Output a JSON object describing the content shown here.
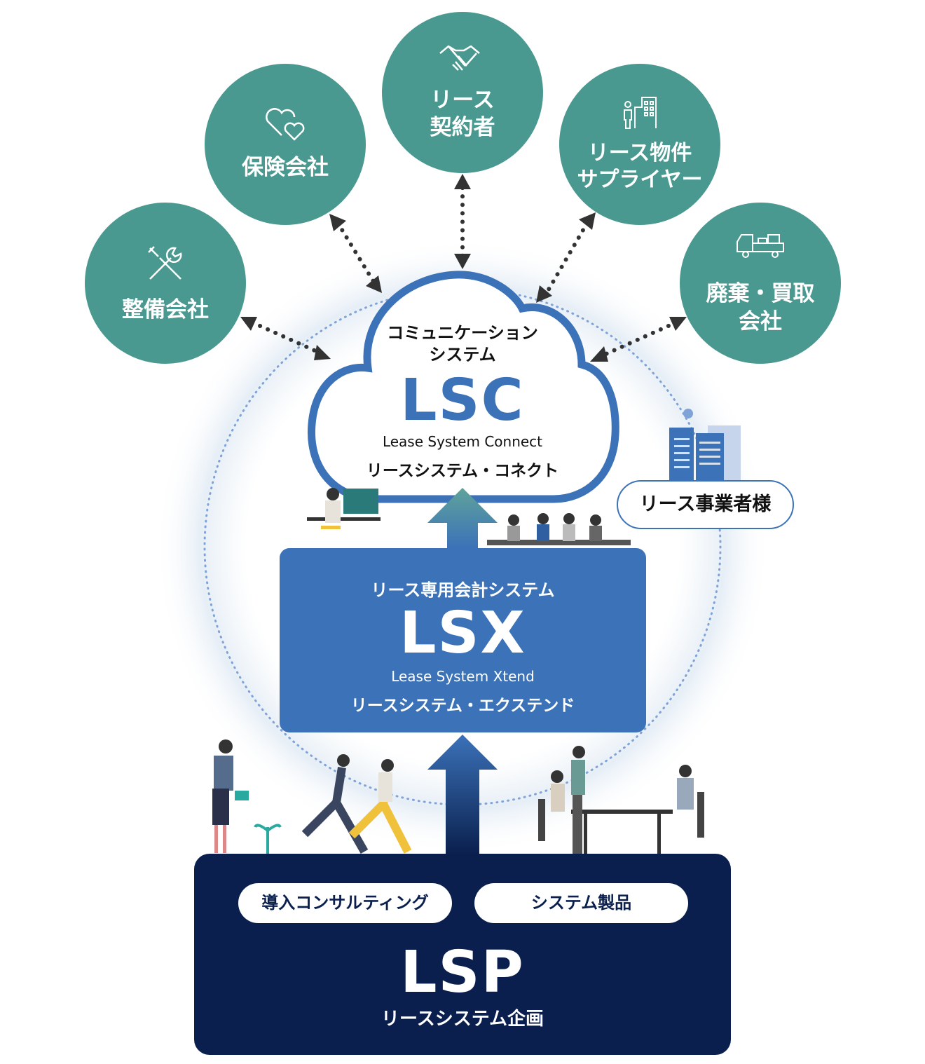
{
  "partners": [
    {
      "label": "整備会社",
      "icon": "tools-icon"
    },
    {
      "label": "保険会社",
      "icon": "hearts-icon"
    },
    {
      "label": "リース\n契約者",
      "icon": "handshake-icon"
    },
    {
      "label": "リース物件\nサプライヤー",
      "icon": "person-building-icon"
    },
    {
      "label": "廃棄・買取\n会社",
      "icon": "truck-icon"
    }
  ],
  "lsc": {
    "subtitle": "コミュニケーション\nシステム",
    "name": "LSC",
    "english": "Lease System Connect",
    "japanese": "リースシステム・コネクト"
  },
  "client": {
    "label": "リース事業者様"
  },
  "lsx": {
    "subtitle": "リース専用会計システム",
    "name": "LSX",
    "english": "Lease System Xtend",
    "japanese": "リースシステム・エクステンド"
  },
  "lsp": {
    "services": [
      "導入コンサルティング",
      "システム製品"
    ],
    "name": "LSP",
    "japanese": "リースシステム企画"
  },
  "colors": {
    "teal": "#4a9990",
    "blue": "#3b72b8",
    "navy": "#0a1f4d"
  }
}
